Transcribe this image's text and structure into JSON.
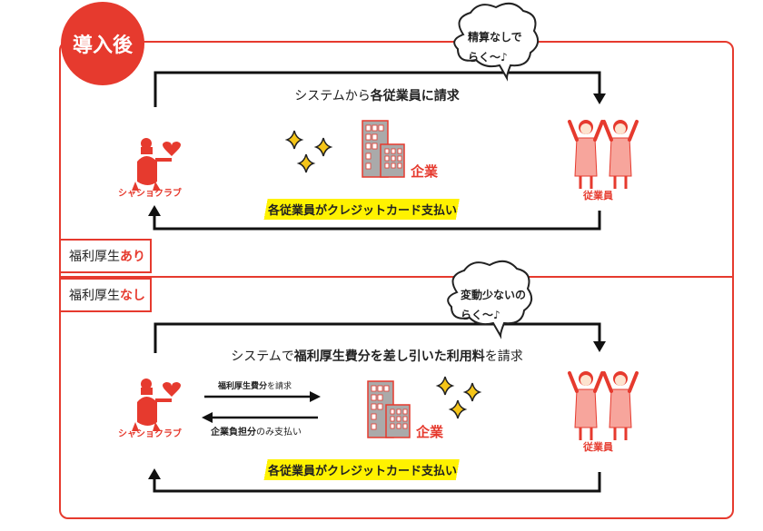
{
  "badge": "導入後",
  "labels": {
    "with": {
      "prefix": "福利厚生",
      "accent": "あり"
    },
    "without": {
      "prefix": "福利厚生",
      "accent": "なし"
    }
  },
  "top": {
    "bubble": [
      "精算なしで",
      "らく〜♪"
    ],
    "title_plain": "システムから",
    "title_bold": "各従業員に請求",
    "banner": "各従業員がクレジットカード支払い",
    "company": "企業",
    "employees": "従業員",
    "logo": "シャショクラブ"
  },
  "bottom": {
    "bubble": [
      "変動少ないの",
      "らく〜♪"
    ],
    "title_plain1": "システムで",
    "title_bold": "福利厚生費分を差し引いた利用料",
    "title_plain2": "を請求",
    "arrow1_bold": "福利厚生費分",
    "arrow1_plain": "を請求",
    "arrow2_bold": "企業負担分",
    "arrow2_plain": "のみ支払い",
    "banner": "各従業員がクレジットカード支払い",
    "company": "企業",
    "employees": "従業員",
    "logo": "シャショクラブ"
  },
  "colors": {
    "accent": "#e63a2e",
    "highlight": "#fff200",
    "sparkle": "#f5c518"
  }
}
